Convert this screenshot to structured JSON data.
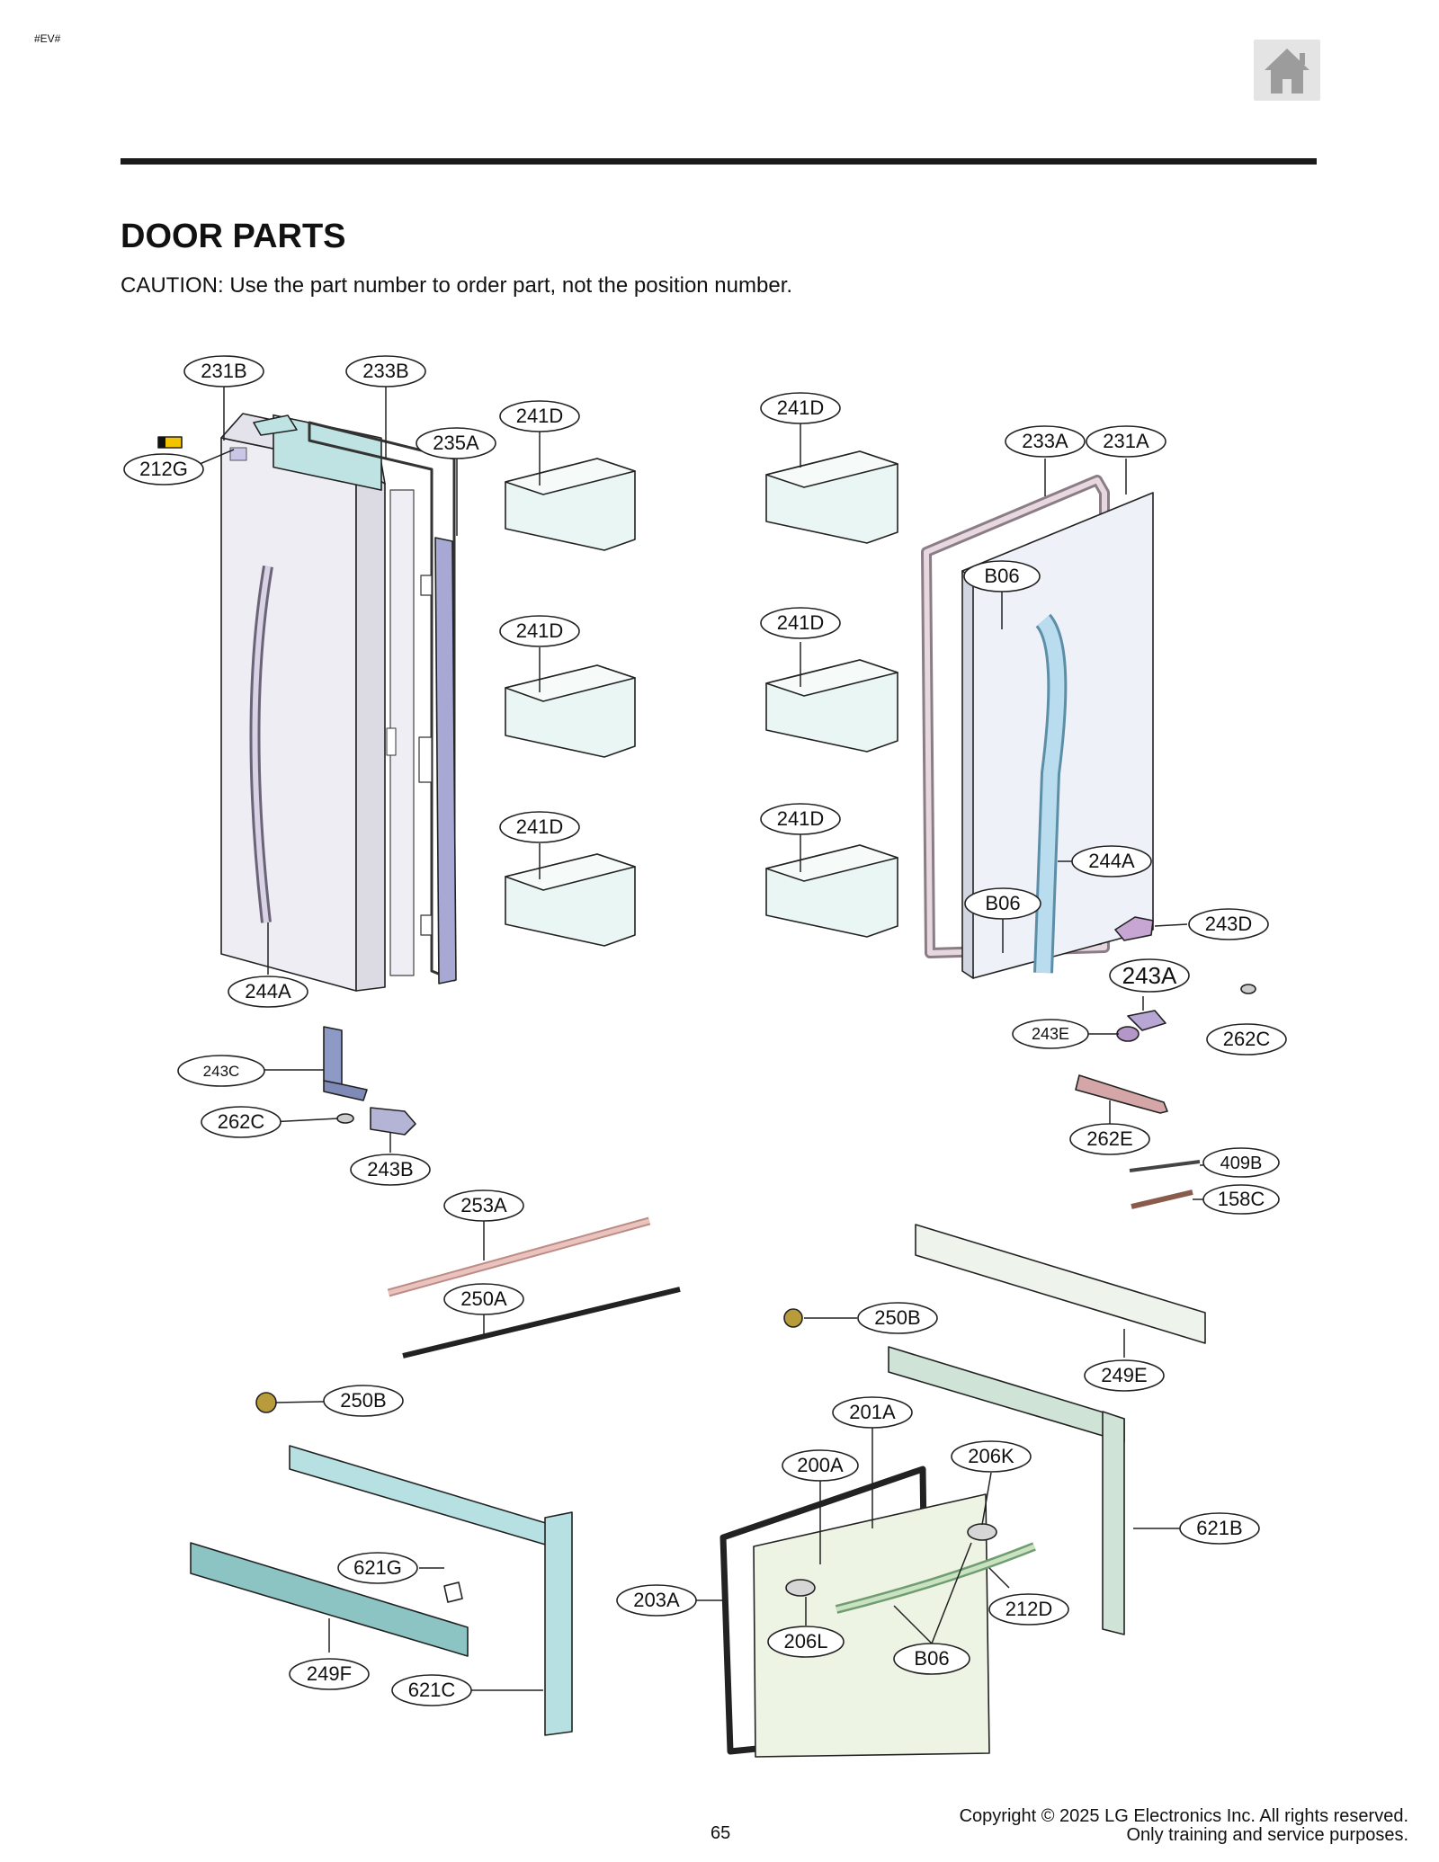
{
  "header": {
    "marker": "#EV#",
    "home_icon": "home-icon"
  },
  "page": {
    "title": "DOOR PARTS",
    "caution": "CAUTION: Use the part number to order part, not the position number.",
    "page_number": "65"
  },
  "footer": {
    "copyright_line1": "Copyright © 2025 LG Electronics Inc. All rights reserved.",
    "copyright_line2": "Only training and service purposes."
  },
  "callouts": {
    "c231B": "231B",
    "c233B": "233B",
    "c212G": "212G",
    "c235A": "235A",
    "c241D_l1": "241D",
    "c241D_l2": "241D",
    "c241D_l3": "241D",
    "c241D_r1": "241D",
    "c241D_r2": "241D",
    "c241D_r3": "241D",
    "c233A": "233A",
    "c231A": "231A",
    "cB06_top": "B06",
    "cB06_mid": "B06",
    "c244A_r": "244A",
    "c243D": "243D",
    "c243A": "243A",
    "c243E": "243E",
    "c262C_r": "262C",
    "c262E": "262E",
    "c409B": "409B",
    "c158C": "158C",
    "c244A_l": "244A",
    "c243C": "243C",
    "c262C_l": "262C",
    "c243B": "243B",
    "c253A": "253A",
    "c250A": "250A",
    "c250B_r": "250B",
    "c249E": "249E",
    "c250B_l": "250B",
    "c201A": "201A",
    "c200A": "200A",
    "c206K": "206K",
    "c621B": "621B",
    "c621G": "621G",
    "c203A": "203A",
    "c212D": "212D",
    "c206L": "206L",
    "cB06_bot": "B06",
    "c249F": "249F",
    "c621C": "621C"
  }
}
